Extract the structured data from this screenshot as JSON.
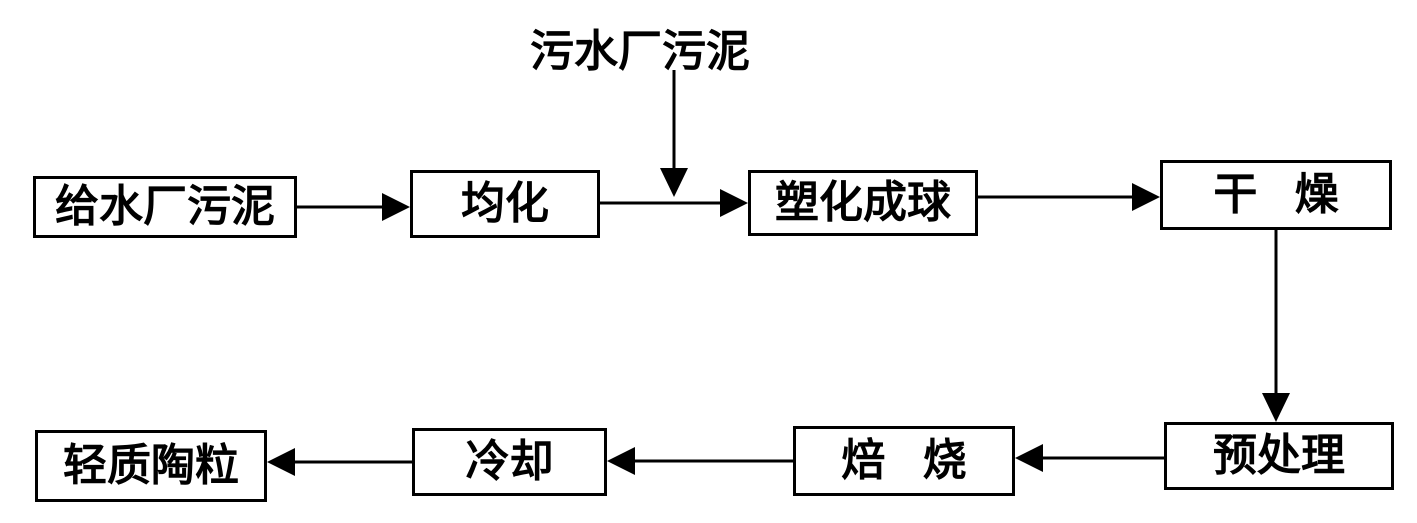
{
  "diagram": {
    "input_top": "污水厂污泥",
    "steps": {
      "water_sludge": "给水厂污泥",
      "homogenize": "均化",
      "pelletize": "塑化成球",
      "dry": "干 燥",
      "pretreat": "预处理",
      "roast": "焙 烧",
      "cool": "冷却",
      "product": "轻质陶粒"
    }
  }
}
